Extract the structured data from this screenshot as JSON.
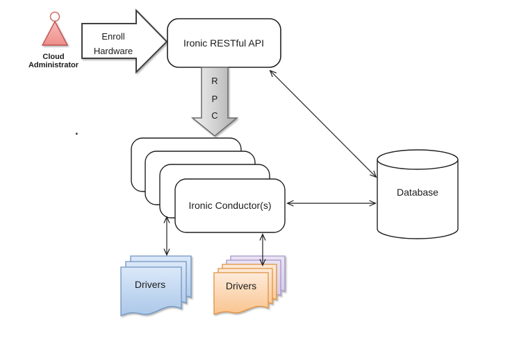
{
  "diagram": {
    "actor": {
      "label_line1": "Cloud",
      "label_line2": "Administrator"
    },
    "enroll_arrow": {
      "label_line1": "Enroll",
      "label_line2": "Hardware"
    },
    "api_box": {
      "label": "Ironic RESTful API"
    },
    "rpc_arrow": {
      "letters": [
        "R",
        "P",
        "C"
      ]
    },
    "conductors": {
      "label": "Ironic Conductor(s)",
      "stack_count": 4
    },
    "database": {
      "label": "Database"
    },
    "drivers_left": {
      "label": "Drivers",
      "sheet_count": 3
    },
    "drivers_right": {
      "label": "Drivers",
      "orange_sheet_count": 3,
      "purple_sheet_count": 2
    },
    "colors": {
      "actor_fill": "#f2a09c",
      "actor_stroke": "#c0504d",
      "box_outline": "#1f1f1f",
      "block_arrow_outline": "#3f3f3f",
      "rpc_gray": "#c2c2c2",
      "blue_sheet": "#c9dcf4",
      "blue_sheet_stroke": "#6f94bf",
      "orange_sheet": "#fbcf9e",
      "orange_sheet_stroke": "#e0913c",
      "purple_sheet": "#e2d9f0",
      "purple_sheet_stroke": "#a695c4"
    }
  }
}
